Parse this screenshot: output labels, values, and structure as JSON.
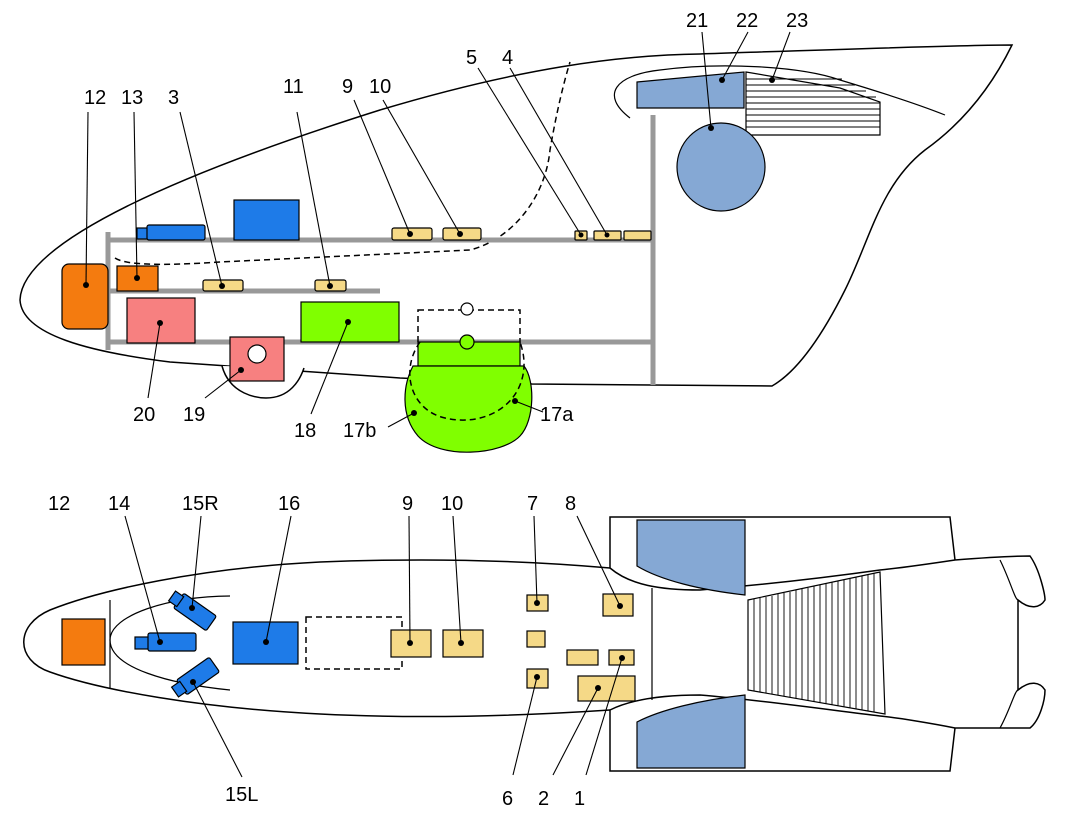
{
  "colors": {
    "orange": "#f47b0f",
    "blue": "#1e7be8",
    "light_blue": "#85a8d4",
    "pink": "#f78080",
    "green": "#80ff00",
    "tan": "#f5d987",
    "rail": "#999999"
  },
  "top_view": {
    "labels": {
      "l12": "12",
      "l13": "13",
      "l3": "3",
      "l11": "11",
      "l9": "9",
      "l10": "10",
      "l5": "5",
      "l4": "4",
      "l21": "21",
      "l22": "22",
      "l23": "23",
      "l20": "20",
      "l19": "19",
      "l18": "18",
      "l17b": "17b",
      "l17a": "17a"
    }
  },
  "bottom_view": {
    "labels": {
      "l12": "12",
      "l14": "14",
      "l15R": "15R",
      "l16": "16",
      "l9": "9",
      "l10": "10",
      "l7": "7",
      "l8": "8",
      "l15L": "15L",
      "l6": "6",
      "l2": "2",
      "l1": "1"
    }
  }
}
